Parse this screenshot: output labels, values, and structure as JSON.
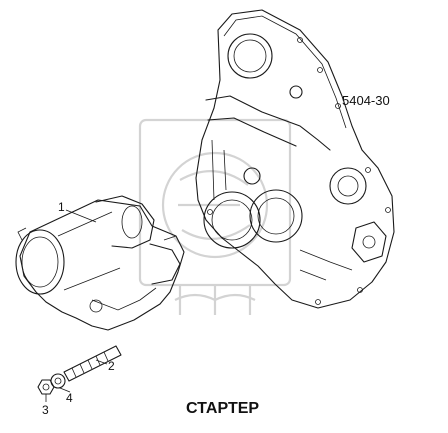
{
  "diagram": {
    "part_code": "5404-30",
    "caption": "СТАРТЕР",
    "callouts": [
      "1",
      "2",
      "3",
      "4"
    ],
    "icons": [
      "starter-motor-icon",
      "engine-cover-plate-icon",
      "stud-bolt-icon",
      "nut-icon",
      "washer-icon",
      "watermark-logo-icon"
    ]
  }
}
